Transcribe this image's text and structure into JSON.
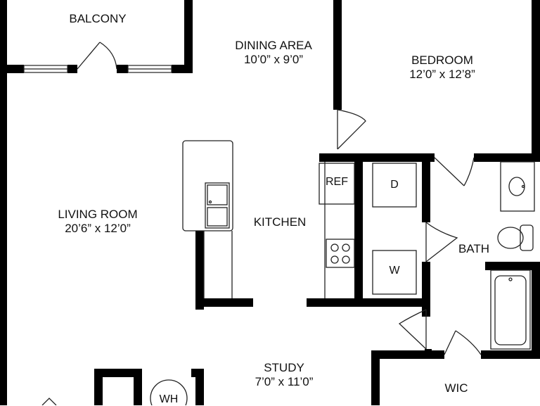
{
  "rooms": {
    "balcony": {
      "name": "BALCONY"
    },
    "dining": {
      "name": "DINING AREA",
      "dims": "10’0” x 9’0”"
    },
    "bedroom": {
      "name": "BEDROOM",
      "dims": "12’0” x 12’8”"
    },
    "living": {
      "name": "LIVING ROOM",
      "dims": "20’6” x 12’0”"
    },
    "kitchen": {
      "name": "KITCHEN"
    },
    "bath": {
      "name": "BATH"
    },
    "study": {
      "name": "STUDY",
      "dims": "7’0” x 11’0”"
    },
    "wic": {
      "name": "WIC"
    }
  },
  "fixtures": {
    "ref": "REF",
    "dryer": "D",
    "washer": "W",
    "water_heater": "WH"
  },
  "colors": {
    "wall": "#000000",
    "line": "#222222",
    "background": "#ffffff"
  }
}
